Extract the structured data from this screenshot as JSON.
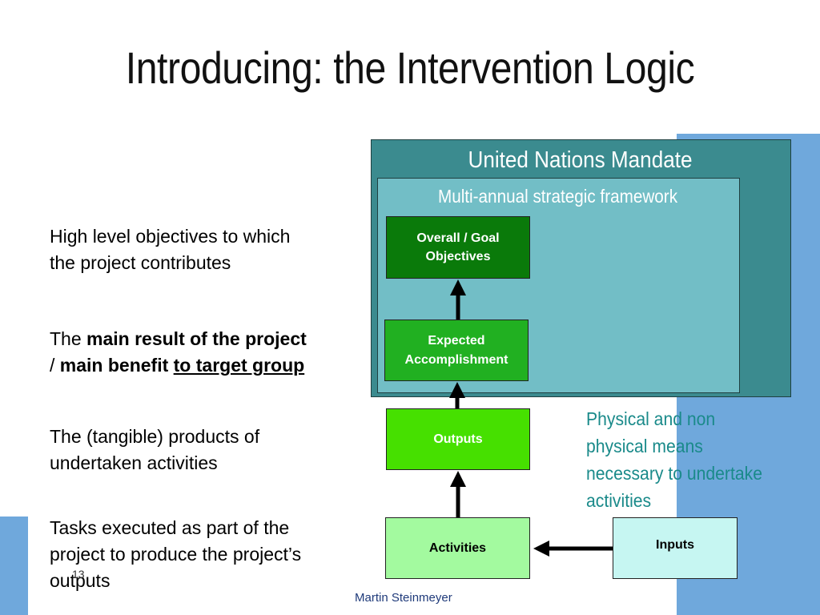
{
  "slide": {
    "title": "Introducing: the Intervention Logic",
    "slide_number": "13",
    "author": "Martin Steinmeyer"
  },
  "diagram": {
    "mandate_label": "United Nations Mandate",
    "framework_label": "Multi-annual strategic framework",
    "nodes": {
      "goal": [
        "Overall / Goal",
        "Objectives"
      ],
      "expected": [
        "Expected",
        "Accomplishment"
      ],
      "outputs": "Outputs",
      "activities": "Activities",
      "inputs": "Inputs"
    },
    "inputs_note": [
      "Physical and non",
      "physical means",
      "necessary to undertake",
      "activities"
    ]
  },
  "descriptions": {
    "goal": [
      "High level objectives to which",
      "the project contributes"
    ],
    "expected": {
      "prefix": "The ",
      "bold1": "main result of the project",
      "line2_prefix": "/ ",
      "bold2": "main benefit",
      "space": " ",
      "bold_underline": "to target group"
    },
    "outputs": [
      "The (tangible) products of",
      "undertaken activities"
    ],
    "activities": [
      "Tasks executed as part of the",
      "project to produce the project’s",
      "outputs"
    ]
  },
  "colors": {
    "mandate": "#3b8b8f",
    "framework": "#72bec6",
    "goal": "#0a7a0a",
    "expected": "#21b021",
    "outputs": "#46e000",
    "activities": "#a3fa9f",
    "inputs": "#c6f6f2",
    "band": "#6fa8dc",
    "note_text": "#1a8a8a"
  }
}
